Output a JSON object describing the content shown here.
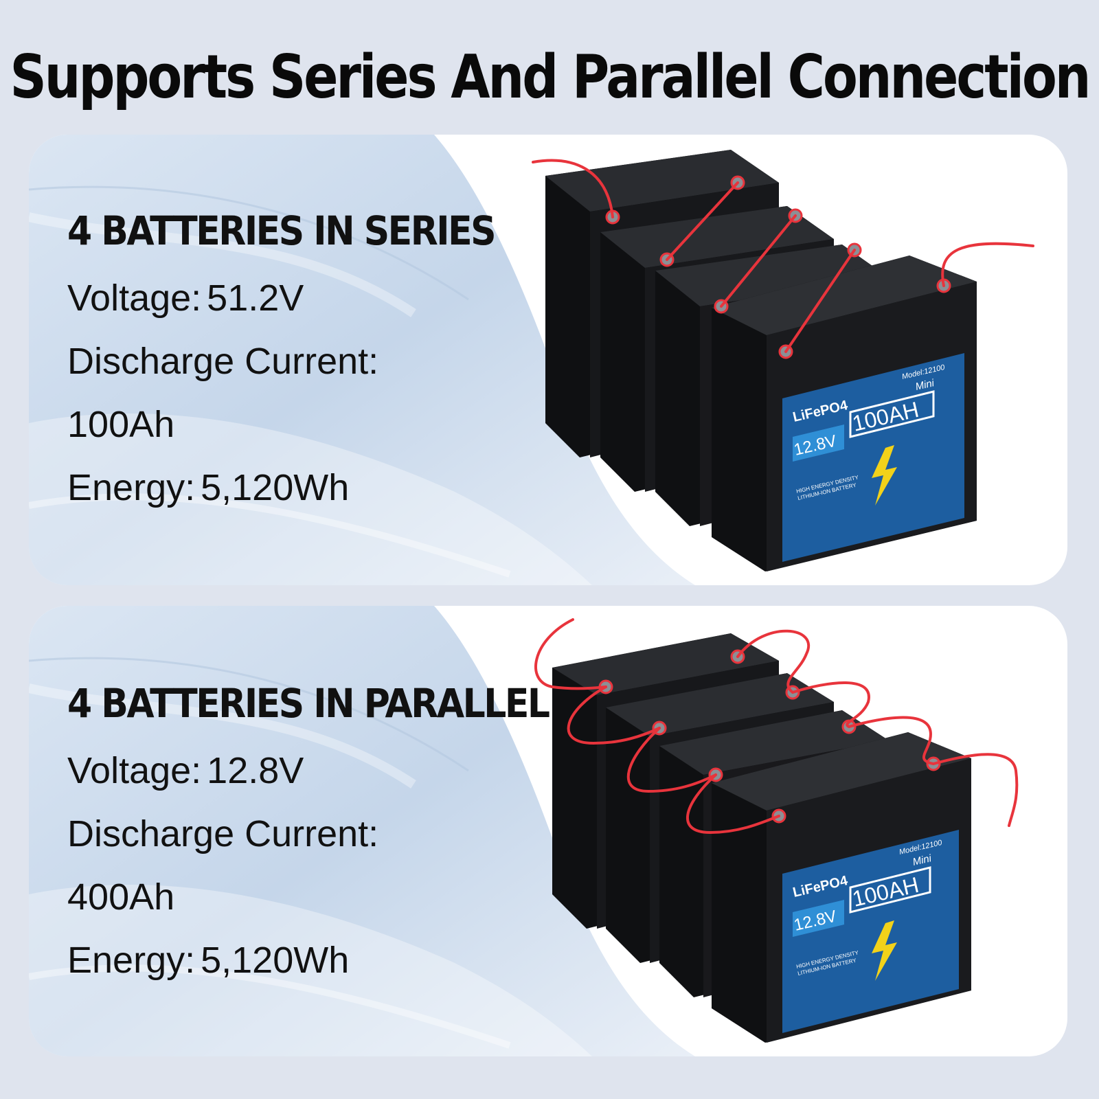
{
  "title": "Supports Series And Parallel Connection",
  "series": {
    "heading": "4 BATTERIES IN SERIES",
    "voltage_label": "Voltage:",
    "voltage_value": "51.2V",
    "current_label": "Discharge Current:",
    "current_value": "100Ah",
    "energy_label": "Energy:",
    "energy_value": "5,120Wh"
  },
  "parallel": {
    "heading": "4 BATTERIES IN PARALLEL",
    "voltage_label": "Voltage:",
    "voltage_value": "12.8V",
    "current_label": "Discharge Current:",
    "current_value": "400Ah",
    "energy_label": "Energy:",
    "energy_value": "5,120Wh"
  },
  "battery_label": {
    "chemistry": "LiFePO4",
    "voltage": "12.8V",
    "capacity": "100AH",
    "variant": "Mini",
    "model": "Model:12100",
    "tagline_1": "HIGH ENERGY  DENSITY",
    "tagline_2": "LITHIUM-ION  BATTERY"
  },
  "colors": {
    "background": "#dfe4ee",
    "card": "#ffffff",
    "wave": "#c9d8ea",
    "battery_case": "#16171a",
    "label_blue": "#1d5ea0",
    "voltage_badge": "#2f8fd6",
    "cable_red": "#e8343c",
    "bolt_yellow": "#f2d21a"
  }
}
